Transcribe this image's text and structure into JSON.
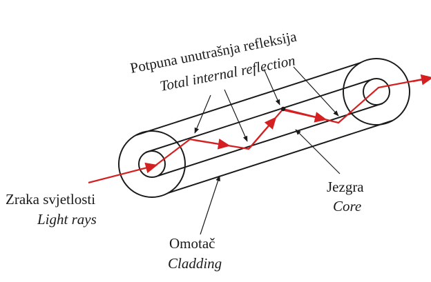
{
  "labels": {
    "reflection": {
      "hr": "Potpuna unutrašnja refleksija",
      "en": "Total internal reflection"
    },
    "light": {
      "hr": "Zraka svjetlosti",
      "en": "Light rays"
    },
    "core": {
      "hr": "Jezgra",
      "en": "Core"
    },
    "cladding": {
      "hr": "Omotač",
      "en": "Cladding"
    }
  },
  "colors": {
    "ray": "#d42020",
    "line": "#1a1a1a"
  }
}
